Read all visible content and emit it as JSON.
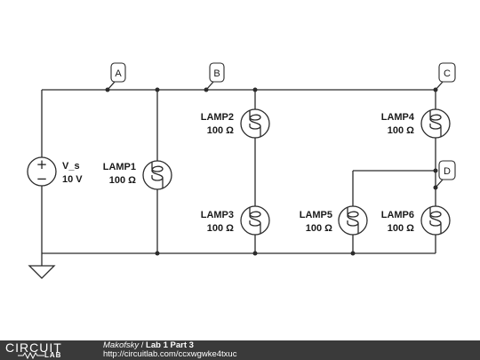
{
  "source": {
    "name": "V_s",
    "value": "10 V",
    "plus_sign": "+",
    "minus_sign": "−"
  },
  "lamps": [
    {
      "name": "LAMP1",
      "value": "100 Ω"
    },
    {
      "name": "LAMP2",
      "value": "100 Ω"
    },
    {
      "name": "LAMP3",
      "value": "100 Ω"
    },
    {
      "name": "LAMP4",
      "value": "100 Ω"
    },
    {
      "name": "LAMP5",
      "value": "100 Ω"
    },
    {
      "name": "LAMP6",
      "value": "100 Ω"
    }
  ],
  "probes": [
    "A",
    "B",
    "C",
    "D"
  ],
  "footer": {
    "logo_top": "CIRCUIT",
    "logo_bottom": "LAB",
    "author": "Makofsky",
    "separator": " / ",
    "title": "Lab 1 Part 3",
    "url": "http://circuitlab.com/ccxwgwke4txuc"
  },
  "colors": {
    "wire": "#2b2b2b",
    "footer_bg": "#3a3a3a",
    "background": "#ffffff"
  }
}
